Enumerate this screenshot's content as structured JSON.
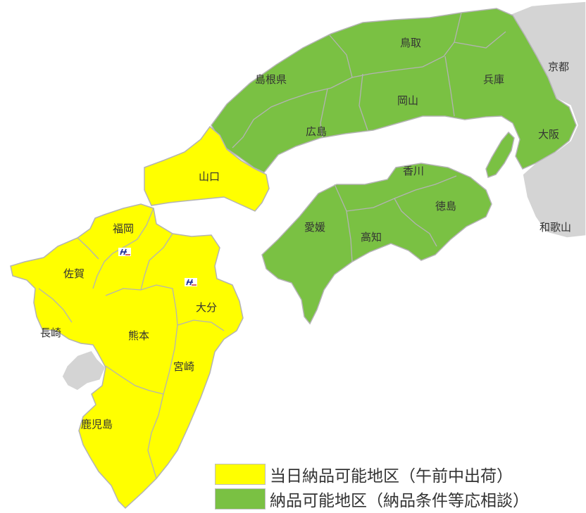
{
  "colors": {
    "same_day": "#ffff00",
    "deliverable": "#7ac143",
    "other": "#d4d4d4",
    "border": "#b3b3b3"
  },
  "legend": {
    "same_day": "当日納品可能地区（午前中出荷）",
    "deliverable": "納品可能地区（納品条件等応相談）"
  },
  "prefectures": {
    "tottori": "鳥取",
    "kyoto": "京都",
    "shimane": "島根県",
    "hyogo": "兵庫",
    "okayama": "岡山",
    "hiroshima": "広島",
    "osaka": "大阪",
    "yamaguchi": "山口",
    "kagawa": "香川",
    "tokushima": "徳島",
    "ehime": "愛媛",
    "kochi": "高知",
    "wakayama": "和歌山",
    "fukuoka": "福岡",
    "saga": "佐賀",
    "nagasaki": "長崎",
    "oita": "大分",
    "kumamoto": "熊本",
    "miyazaki": "宮崎",
    "kagoshima": "鹿児島"
  },
  "office_marks": [
    {
      "name": "office-mark-fukuoka",
      "icon": "company-logo-icon"
    },
    {
      "name": "office-mark-oita",
      "icon": "company-logo-icon"
    }
  ]
}
